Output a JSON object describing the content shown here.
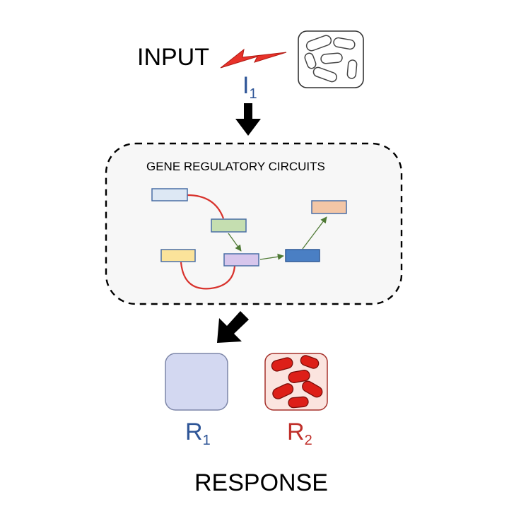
{
  "input": {
    "label": "INPUT",
    "signal": {
      "symbol": "I",
      "subscript": "1"
    }
  },
  "circuit": {
    "title": "GENE REGULATORY CIRCUITS"
  },
  "response": {
    "label": "RESPONSE",
    "r1": {
      "symbol": "R",
      "subscript": "1"
    },
    "r2": {
      "symbol": "R",
      "subscript": "2"
    }
  },
  "colors": {
    "signal_blue": "#2e5597",
    "response_red": "#c0302b",
    "lightning": "#e8322a",
    "repression": "#d8322c",
    "activation": "#4f7a35",
    "gene_lightblue": "#dde8f4",
    "gene_green": "#c5deb0",
    "gene_yellow": "#fbe39a",
    "gene_purple": "#d7c6ec",
    "gene_blue": "#4a7fc4",
    "gene_peach": "#f3c6a6",
    "r1_fill": "#d3d8f1",
    "r2_fill": "#fbe4df",
    "cell_red": "#dd1f18"
  }
}
